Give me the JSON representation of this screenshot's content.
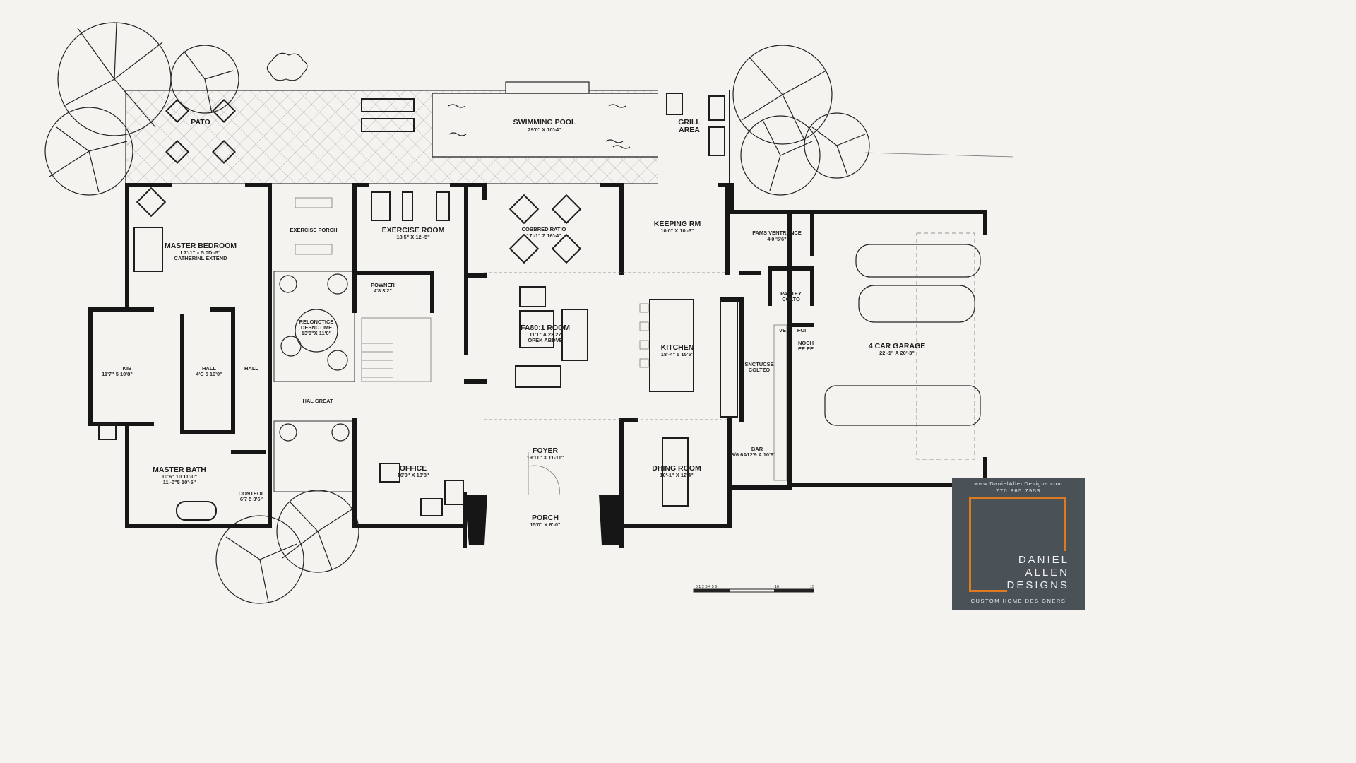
{
  "rooms": {
    "patio": "PATO",
    "pool": {
      "name": "SWIMMING POOL",
      "dim": "29'0\" X 10'-4\""
    },
    "grill": {
      "line1": "GRILL",
      "line2": "AREA"
    },
    "master_bedroom": {
      "name": "MASTER BEDROOM",
      "dim": "L7'-1\" x 5.0D'-5\"",
      "note": "CATHERINL EXTEND"
    },
    "exercise_porch": "EXERCISE PORCH",
    "exercise_room": {
      "name": "EXERCISE ROOM",
      "dim": "18'5\" X 12'-5\""
    },
    "cobbred_ratio": {
      "name": "COBBRED RATIO",
      "dim": "17'-1\" Z 16'-4\""
    },
    "keeping_rm": {
      "name": "KEEPING RM",
      "dim": "10'0\" X 10'-3\""
    },
    "fams_entrance": {
      "name": "FAMS VENTRANCE",
      "dim": "4'0\"5'6\""
    },
    "powder": {
      "name": "POWNER",
      "dim": "4'8 3'2\""
    },
    "pantry": {
      "name": "PANTEY",
      "dim": "COLTO"
    },
    "courtyard": {
      "line1": "RELONCTICE",
      "line2": "DESNCTIME",
      "line3": "13'0\"X 11'0\""
    },
    "family_room": {
      "name": "FA80:1 ROOM",
      "dim": "11'1\" A 23.27",
      "note": "OPEK ABDVE"
    },
    "kitchen": {
      "name": "KITCHEN",
      "dim": "18'-4\" 5 15'5\""
    },
    "sculpture": {
      "name": "SNCTUCSE",
      "dim": "COLTZO"
    },
    "noch": {
      "label": "NOCH",
      "dim": "EE EE",
      "tag": "FOI",
      "side": "VE"
    },
    "garage": {
      "name": "4 CAR GARAGE",
      "dim": "22'-1\" A 20'-3\""
    },
    "bath_closet": {
      "name": "KIB",
      "dim": "11'7\" 5 10'8\""
    },
    "hall_closet": {
      "name": "HALL",
      "dim": "4'C 5 19'0\""
    },
    "hall": "HALL",
    "hall_great": "HAL GREAT",
    "master_bath": {
      "name": "MASTER BATH",
      "dim1": "10'6\" 10 11'-0\"",
      "dim2": "11'-0\"5 10'-5\""
    },
    "office": {
      "name": "OFFICE",
      "dim": "16'0\" X 10'8\""
    },
    "foyer": {
      "name": "FOYER",
      "dim": "19'11\" X 11-11\""
    },
    "dining": {
      "name": "DHING ROOM",
      "dim": "10'-1\" X 12'4\""
    },
    "bar": {
      "name": "BAR",
      "dim": "12'9 A 10'6\"",
      "side": "B/6 6A"
    },
    "control": {
      "name": "CONTEOL",
      "dim": "6'7 5 3'6\""
    },
    "porch": {
      "name": "PORCH",
      "dim": "15'0\" X 6'-0\""
    }
  },
  "scale_bar": {
    "labels": [
      "0 1 2 3 4 5 6",
      "10",
      "15"
    ]
  },
  "brand": {
    "url": "www.DanielAllenDesigns.com",
    "phone": "770.865.7953",
    "line1": "DANIEL",
    "line2": "ALLEN",
    "line3": "DESIGNS",
    "tagline": "CUSTOM HOME DESIGNERS",
    "accent_color": "#e07a1f",
    "box_color": "#4a5157"
  }
}
